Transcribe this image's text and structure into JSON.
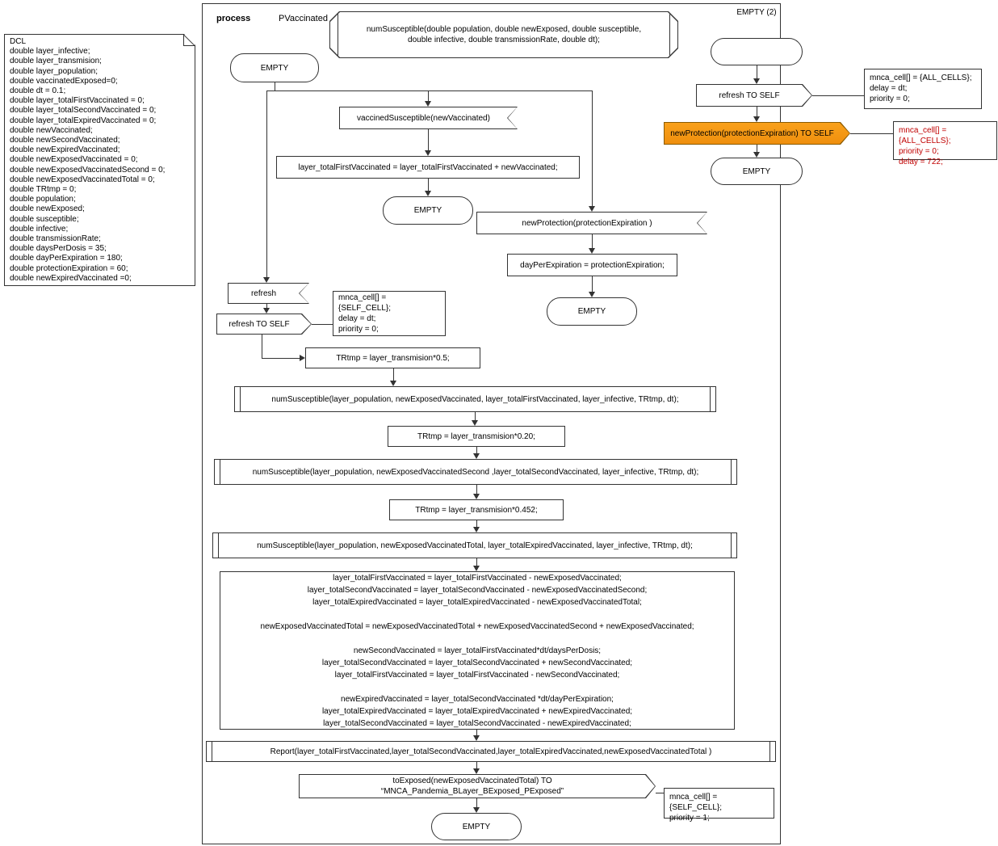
{
  "colors": {
    "orange_fill": "#f9a11b",
    "orange_fill_dark": "#ef8f0e",
    "orange_border": "#8a5a00",
    "comment_red": "#c00000"
  },
  "frame": {
    "kind": "process",
    "name": "PVaccinated"
  },
  "dcl": {
    "text": "DCL\ndouble layer_infective;\ndouble layer_transmision;\ndouble layer_population;\ndouble vaccinatedExposed=0;\ndouble dt = 0.1;\ndouble layer_totalFirstVaccinated = 0;\ndouble layer_totalSecondVaccinated = 0;\ndouble layer_totalExpiredVaccinated = 0;\ndouble newVaccinated;\ndouble newSecondVaccinated;\ndouble newExpiredVaccinated;\ndouble newExposedVaccinated = 0;\ndouble newExposedVaccinatedSecond = 0;\ndouble newExposedVaccinatedTotal = 0;\ndouble TRtmp = 0;\ndouble population;\ndouble newExposed;\ndouble susceptible;\ndouble infective;\ndouble transmissionRate;\ndouble daysPerDosis = 35;\ndouble dayPerExpiration = 180;\ndouble protectionExpiration = 60;\ndouble newExpiredVaccinated =0;"
  },
  "nodes": {
    "proc_decl": "numSusceptible(double population, double newExposed, double susceptible,\ndouble infective, double transmissionRate, double dt);",
    "start_label": "EMPTY (2)",
    "send_refresh_self_top": "refresh TO SELF",
    "comment_refresh_top": "mnca_cell[] = {ALL_CELLS};\ndelay = dt;\npriority = 0;",
    "send_new_protection_self": "newProtection(protectionExpiration) TO SELF",
    "comment_new_protection": "mnca_cell[] = {ALL_CELLS};\npriority = 0;\ndelay = 722;",
    "state_empty_right": "EMPTY",
    "state_empty_top": "EMPTY",
    "input_vaccined_susceptible": "vaccinedSusceptible(newVaccinated)",
    "task_total_first": "layer_totalFirstVaccinated = layer_totalFirstVaccinated + newVaccinated;",
    "state_empty_a": "EMPTY",
    "input_new_protection": "newProtection(protectionExpiration )",
    "task_day_per_expiration": "dayPerExpiration = protectionExpiration;",
    "state_empty_b": "EMPTY",
    "input_refresh": "refresh",
    "send_refresh_self": "refresh TO SELF",
    "comment_refresh": "mnca_cell[] = {SELF_CELL};\ndelay = dt;\npriority = 0;",
    "task_trtmp_05": "TRtmp = layer_transmision*0.5;",
    "call_num_susceptible_1": "numSusceptible(layer_population, newExposedVaccinated, layer_totalFirstVaccinated, layer_infective, TRtmp, dt);",
    "task_trtmp_020": "TRtmp = layer_transmision*0.20;",
    "call_num_susceptible_2": "numSusceptible(layer_population, newExposedVaccinatedSecond ,layer_totalSecondVaccinated, layer_infective, TRtmp, dt);",
    "task_trtmp_0452": "TRtmp = layer_transmision*0.452;",
    "call_num_susceptible_3": "numSusceptible(layer_population, newExposedVaccinatedTotal, layer_totalExpiredVaccinated, layer_infective, TRtmp, dt);",
    "task_update_block": "layer_totalFirstVaccinated = layer_totalFirstVaccinated - newExposedVaccinated;\nlayer_totalSecondVaccinated = layer_totalSecondVaccinated - newExposedVaccinatedSecond;\nlayer_totalExpiredVaccinated = layer_totalExpiredVaccinated - newExposedVaccinatedTotal;\n\nnewExposedVaccinatedTotal = newExposedVaccinatedTotal + newExposedVaccinatedSecond + newExposedVaccinated;\n\nnewSecondVaccinated = layer_totalFirstVaccinated*dt/daysPerDosis;\nlayer_totalSecondVaccinated = layer_totalSecondVaccinated + newSecondVaccinated;\nlayer_totalFirstVaccinated = layer_totalFirstVaccinated - newSecondVaccinated;\n\nnewExpiredVaccinated = layer_totalSecondVaccinated *dt/dayPerExpiration;\nlayer_totalExpiredVaccinated = layer_totalExpiredVaccinated + newExpiredVaccinated;\nlayer_totalSecondVaccinated = layer_totalSecondVaccinated - newExpiredVaccinated;",
    "call_report": "Report(layer_totalFirstVaccinated,layer_totalSecondVaccinated,layer_totalExpiredVaccinated,newExposedVaccinatedTotal )",
    "send_to_exposed": "toExposed(newExposedVaccinatedTotal) TO “MNCA_Pandemia_BLayer_BExposed_PExposed”",
    "comment_to_exposed": "mnca_cell[] = {SELF_CELL};\npriority = 1;",
    "state_empty_end": "EMPTY"
  }
}
